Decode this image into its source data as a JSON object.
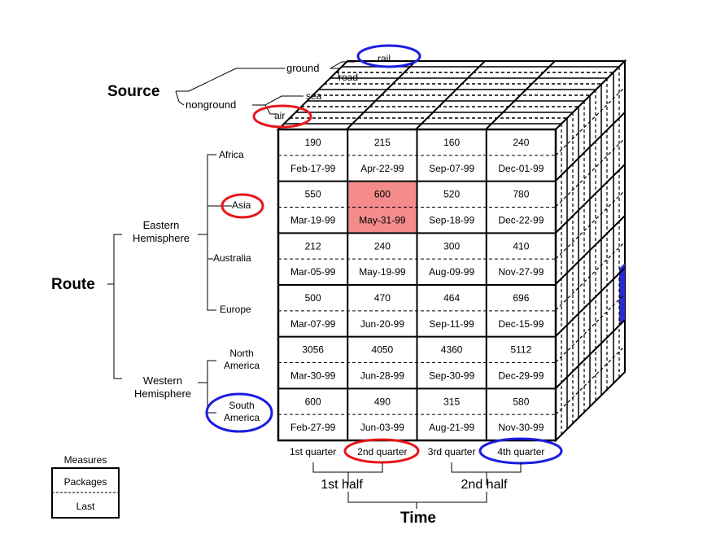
{
  "source": {
    "title": "Source",
    "ground": "ground",
    "nonground": "nonground",
    "rail": "rail",
    "road": "road",
    "sea": "sea",
    "air": "air"
  },
  "route": {
    "title": "Route",
    "eastern_line1": "Eastern",
    "eastern_line2": "Hemisphere",
    "western_line1": "Western",
    "western_line2": "Hemisphere",
    "regions": [
      "Africa",
      "Asia",
      "Australia",
      "Europe",
      [
        "North",
        "America"
      ],
      [
        "South",
        "America"
      ]
    ]
  },
  "time": {
    "title": "Time",
    "quarters": [
      "1st quarter",
      "2nd quarter",
      "3rd quarter",
      "4th quarter"
    ],
    "halves": [
      "1st half",
      "2nd half"
    ]
  },
  "measures": {
    "title": "Measures",
    "items": [
      "Packages",
      "Last"
    ]
  },
  "cube": {
    "rows": [
      {
        "values": [
          "190",
          "215",
          "160",
          "240"
        ],
        "dates": [
          "Feb-17-99",
          "Apr-22-99",
          "Sep-07-99",
          "Dec-01-99"
        ]
      },
      {
        "values": [
          "550",
          "600",
          "520",
          "780"
        ],
        "dates": [
          "Mar-19-99",
          "May-31-99",
          "Sep-18-99",
          "Dec-22-99"
        ]
      },
      {
        "values": [
          "212",
          "240",
          "300",
          "410"
        ],
        "dates": [
          "Mar-05-99",
          "May-19-99",
          "Aug-09-99",
          "Nov-27-99"
        ]
      },
      {
        "values": [
          "500",
          "470",
          "464",
          "696"
        ],
        "dates": [
          "Mar-07-99",
          "Jun-20-99",
          "Sep-11-99",
          "Dec-15-99"
        ]
      },
      {
        "values": [
          "3056",
          "4050",
          "4360",
          "5112"
        ],
        "dates": [
          "Mar-30-99",
          "Jun-28-99",
          "Sep-30-99",
          "Dec-29-99"
        ]
      },
      {
        "values": [
          "600",
          "490",
          "315",
          "580"
        ],
        "dates": [
          "Feb-27-99",
          "Jun-03-99",
          "Aug-21-99",
          "Nov-30-99"
        ]
      }
    ],
    "highlight_cell": {
      "row": 1,
      "col": 1,
      "color": "#f48c8c"
    },
    "highlight_side_cell_color": "#2b2bd6"
  },
  "colors": {
    "red_ellipse": "#e8161b",
    "blue_ellipse": "#1c1ce0"
  }
}
